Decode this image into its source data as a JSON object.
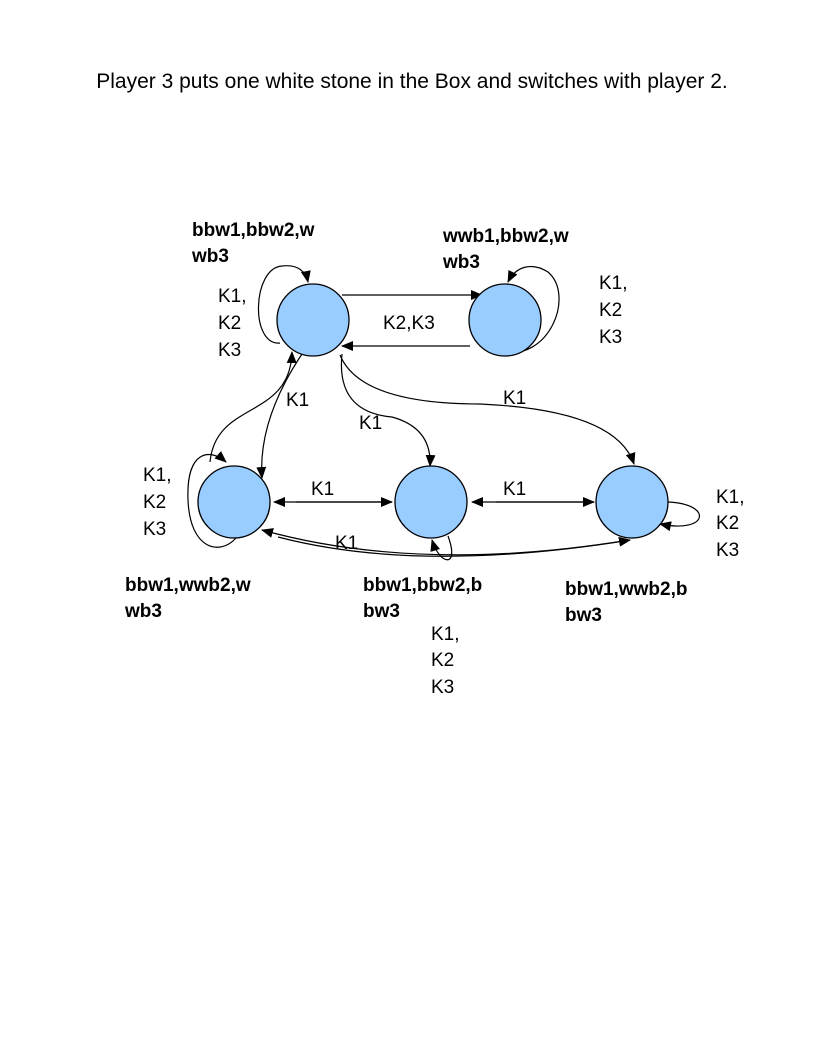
{
  "caption": "Player 3 puts one white stone in the Box and switches with player 2.",
  "nodes": {
    "n1": {
      "label_line1": "bbw1,bbw2,w",
      "label_line2": "wb3"
    },
    "n2": {
      "label_line1": "wwb1,bbw2,w",
      "label_line2": "wb3"
    },
    "n3": {
      "label_line1": "bbw1,wwb2,w",
      "label_line2": "wb3"
    },
    "n4": {
      "label_line1": "bbw1,bbw2,b",
      "label_line2": "bw3"
    },
    "n5": {
      "label_line1": "bbw1,wwb2,b",
      "label_line2": "bw3"
    }
  },
  "edge_labels": {
    "n1_n2": "K2,K3",
    "n1_n3": "K1",
    "n1_n4": "K1",
    "n1_n5": "K1",
    "n3_n4": "K1",
    "n4_n5": "K1",
    "n3_n5": "K1"
  },
  "self_loops": {
    "n1": [
      "K1,",
      "K2",
      "K3"
    ],
    "n2": [
      "K1,",
      "K2",
      "K3"
    ],
    "n3": [
      "K1,",
      "K2",
      "K3"
    ],
    "n4": [
      "K1,",
      "K2",
      "K3"
    ],
    "n5": [
      "K1,",
      "K2",
      "K3"
    ]
  }
}
